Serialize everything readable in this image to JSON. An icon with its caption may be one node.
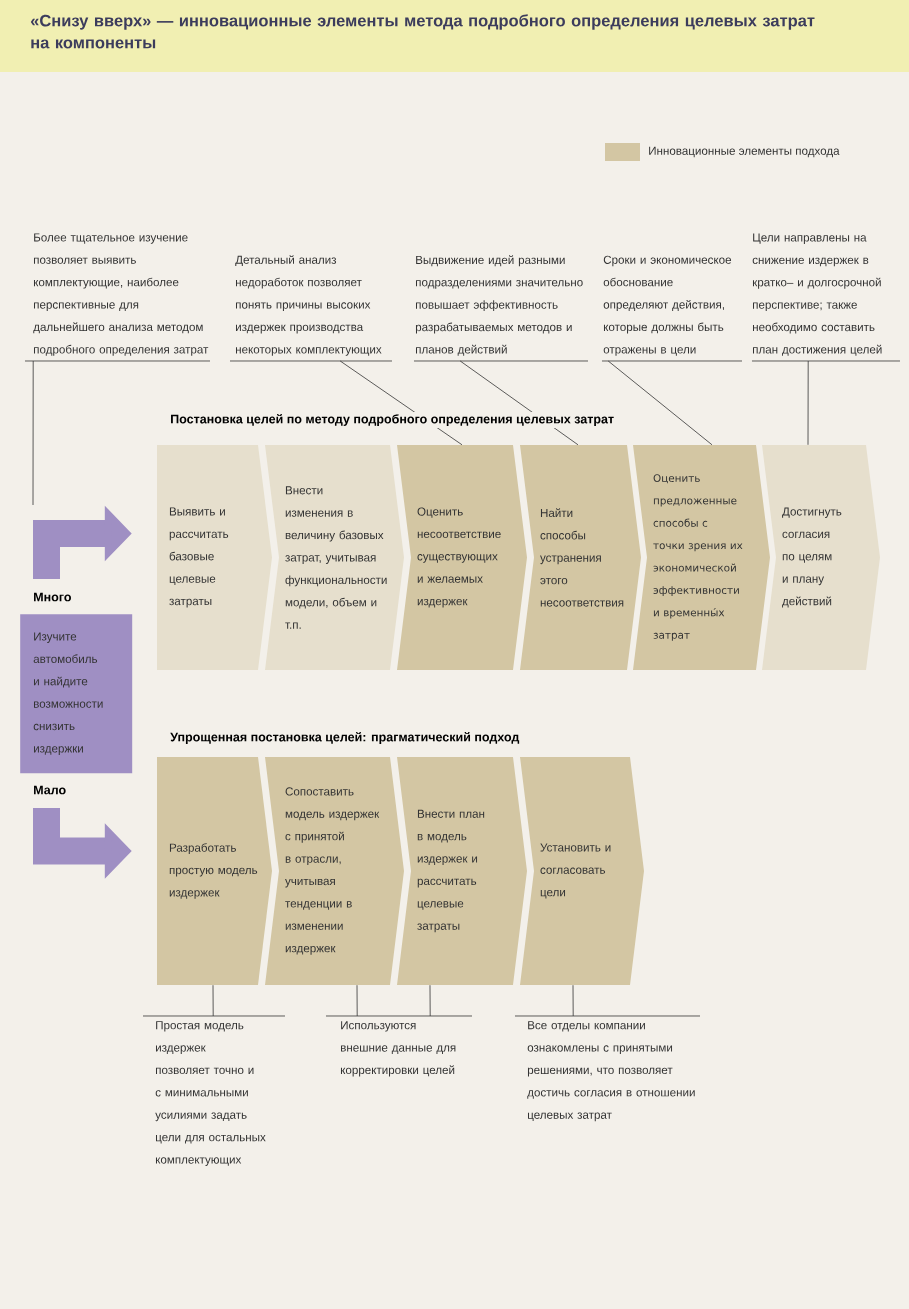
{
  "diagram": {
    "title": "«Снизу вверх» — инновационные элементы метода подробного определения целевых затрат на компоненты",
    "nodes": [
      {
        "text": [
          "Более тщательное изучение позволяет выявить комплектующие, наиболее перспективные для дальнейшего анализа методом подробного определения затрат"
        ]
      },
      {
        "text": [
          "Детальный анализ недоработок позволяет понять причины высоких издержек производства некоторых комплектующих"
        ]
      },
      {
        "text": [
          "Выдвижение идей разными подразделениями значительно повышает эффективность разрабатываемых методов и планов действий"
        ]
      },
      {
        "text": [
          "Сроки и экономическое обоснование определяют действия, которые должны быть отражены в цели"
        ]
      },
      {
        "text": [
          "Цели направлены на снижение издержек в кратко– и долгосрочной перспективе; также необходимо составить план достижения целей"
        ]
      },
      {
        "text": [
          "Выявить и рассчитать базовые целевые затраты"
        ]
      },
      {
        "text": [
          "Внести изменения в величину базовых затрат, учитывая функциональности модели, объем и т.п."
        ]
      },
      {
        "text": [
          "Оценить несоответствие существующих и желаемых издержек"
        ]
      },
      {
        "text": [
          "Найти способы устранения этого несоответствия"
        ]
      },
      {
        "text": [
          "Оценить предложенные способы с точки зрения их экономической эффективности и временны́х затрат"
        ]
      },
      {
        "text": [
          "Достигнуть согласия по целям и плану действий"
        ]
      },
      {
        "text": [
          "Изучите автомобиль и найдите возможности снизить издержки"
        ]
      },
      {
        "text": [
          "Разработать простую модель издержек"
        ]
      },
      {
        "text": [
          "Сопоставить модель издержек с принятой в отрасли, учитывая тенденции в изменении издержек"
        ]
      },
      {
        "text": [
          "Внести план в модель издержек и рассчитать целевые затраты"
        ]
      },
      {
        "text": [
          "Установить и согласовать цели"
        ]
      },
      {
        "text": [
          "Простая модель издержек позволяет точно и с минимальными усилиями задать цели для остальных комплектующих"
        ]
      },
      {
        "text": [
          "Используются внешние данные для корректировки целей"
        ]
      },
      {
        "text": [
          "Все отделы компании ознакомлены с принятыми решениями, что позволяет достичь согласия в отношении целевых затрат"
        ]
      }
    ],
    "edges": [
      {
        "from": 0,
        "to": null,
        "arrow": "none"
      },
      {
        "from": 1,
        "to": 7,
        "arrow": "none"
      },
      {
        "from": 2,
        "to": 8,
        "arrow": "none"
      },
      {
        "from": 3,
        "to": 9,
        "arrow": "none"
      },
      {
        "from": 4,
        "to": 10,
        "arrow": "none"
      },
      {
        "from": null,
        "to": 5,
        "arrow": "to",
        "style": "thick",
        "color": "#9f8fc3"
      },
      {
        "from": null,
        "to": 12,
        "arrow": "to",
        "style": "thick",
        "color": "#9f8fc3"
      },
      {
        "from": 12,
        "to": 16,
        "arrow": "none"
      },
      {
        "from": 13,
        "to": 17,
        "arrow": "none"
      },
      {
        "from": 14,
        "to": 17,
        "arrow": "none"
      },
      {
        "from": 15,
        "to": 18,
        "arrow": "none"
      }
    ],
    "labels": [
      "Постановка целей по методу подробного определения целевых затрат",
      "Много",
      "Мало",
      "Упрощенная постановка целей: прагматический подход"
    ],
    "legend": [
      {
        "text": "Инновационные элементы подхода",
        "color": "#d3c6a3"
      }
    ]
  }
}
